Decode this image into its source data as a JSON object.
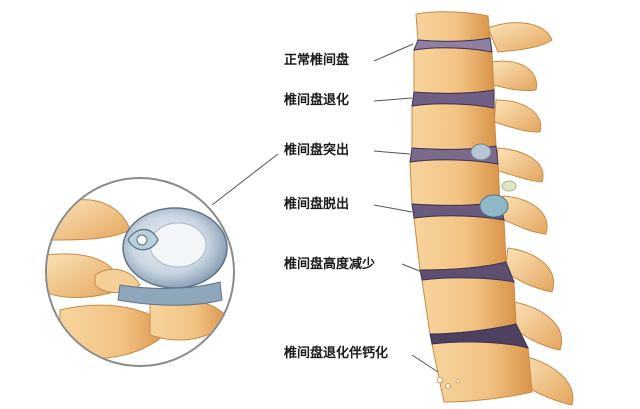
{
  "labels": {
    "normal_disc": "正常椎间盘",
    "disc_degeneration": "椎间盘退化",
    "disc_bulge": "椎间盘突出",
    "disc_herniation": "椎间盘脱出",
    "disc_height_loss": "椎间盘高度减少",
    "disc_degeneration_calcification": "椎间盘退化伴钙化"
  },
  "colors": {
    "bone": "#f2c383",
    "bone_shadow": "#d9944a",
    "bone_highlight": "#fbe3b8",
    "disc": "#7a6a8c",
    "disc_dark": "#4a3b5a",
    "herniation": "#8fb8c8",
    "leader_line": "#555555",
    "label_text": "#1a1a1a"
  },
  "icons": {
    "magnifier": "magnified-disc-circle"
  }
}
